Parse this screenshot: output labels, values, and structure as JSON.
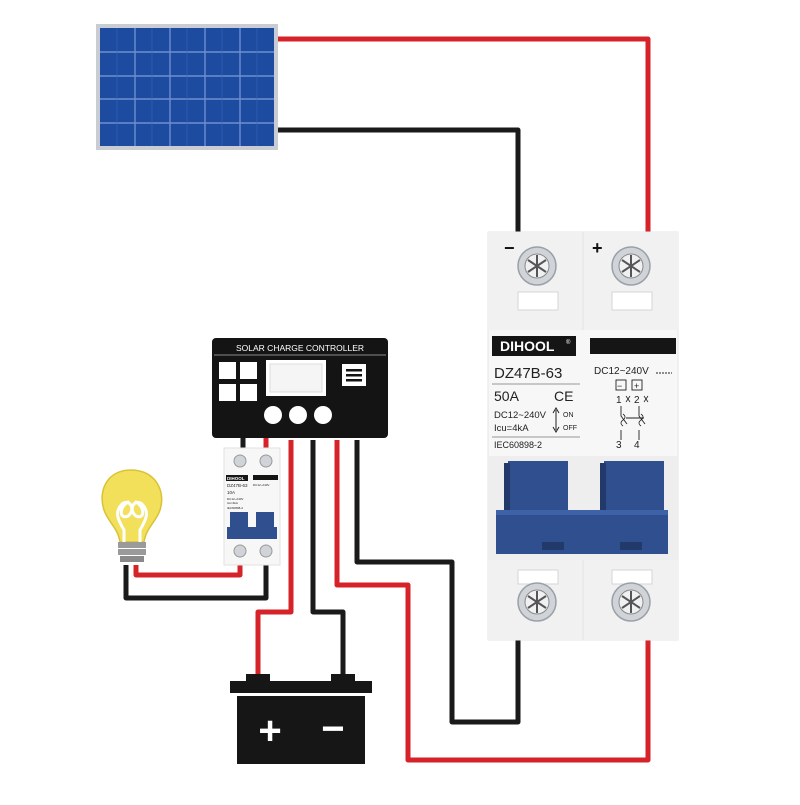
{
  "colors": {
    "wire_positive": "#d6232a",
    "wire_negative": "#1a1a1a",
    "panel_blue": "#1c4ba0",
    "panel_frame": "#c9ccd2",
    "breaker_body": "#f7f7f7",
    "breaker_handle": "#2f4f8e",
    "controller_body": "#141414",
    "bulb_yellow": "#f3e05a",
    "battery_body": "#161616"
  },
  "breaker": {
    "terminal_negative_sign": "−",
    "terminal_positive_sign": "+",
    "brand": "DIHOOL",
    "brand_mark": "®",
    "model": "DZ47B-63",
    "rating": "50A",
    "ce_mark": "CE",
    "dc_range_top": "DC12~240V",
    "dc_range": "DC12~240V",
    "icu": "Icu=4kA",
    "on_label": "ON",
    "off_label": "OFF",
    "standard": "IEC60898-2",
    "pole_minus": "−",
    "pole_plus": "+",
    "pole_1": "1",
    "pole_2": "2",
    "pole_3": "3",
    "pole_4": "4"
  },
  "small_breaker": {
    "brand": "DIHOOL",
    "model": "DZ47B-63",
    "rating": "10A",
    "dc_range_top": "DC12~240V",
    "dc_range": "DC12~240V",
    "icu": "Icu=4kA",
    "standard": "IEC60898-2"
  },
  "controller": {
    "title": "SOLAR CHARGE CONTROLLER",
    "menu_icon": "menu-icon"
  },
  "battery": {
    "plus_sign": "+",
    "minus_sign": "−"
  }
}
